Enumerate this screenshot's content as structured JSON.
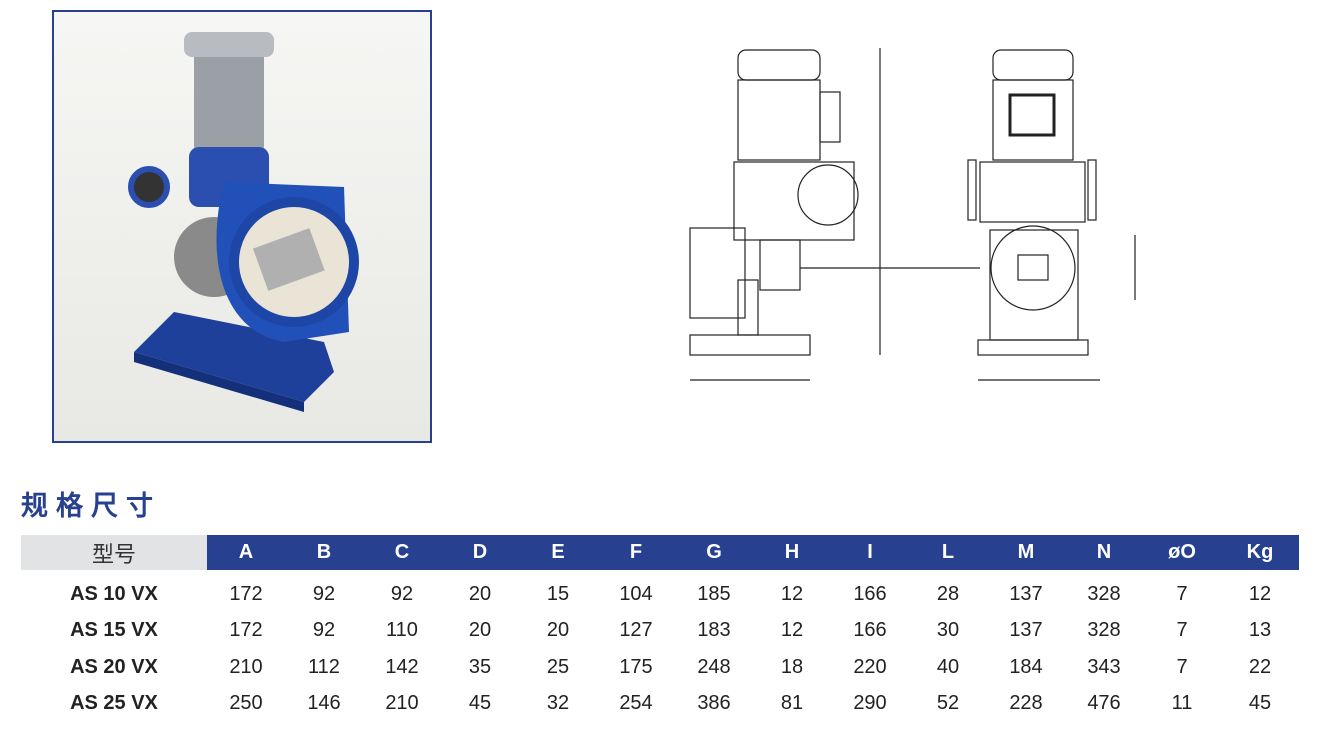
{
  "section_title": "规格尺寸",
  "table": {
    "headers": [
      "型号",
      "A",
      "B",
      "C",
      "D",
      "E",
      "F",
      "G",
      "H",
      "I",
      "L",
      "M",
      "N",
      "øO",
      "Kg"
    ],
    "rows": [
      [
        "AS 10 VX",
        "172",
        "92",
        "92",
        "20",
        "15",
        "104",
        "185",
        "12",
        "166",
        "28",
        "137",
        "328",
        "7",
        "12"
      ],
      [
        "AS 15 VX",
        "172",
        "92",
        "110",
        "20",
        "20",
        "127",
        "183",
        "12",
        "166",
        "30",
        "137",
        "328",
        "7",
        "13"
      ],
      [
        "AS 20 VX",
        "210",
        "112",
        "142",
        "35",
        "25",
        "175",
        "248",
        "18",
        "220",
        "40",
        "184",
        "343",
        "7",
        "22"
      ],
      [
        "AS 25 VX",
        "250",
        "146",
        "210",
        "45",
        "32",
        "254",
        "386",
        "81",
        "290",
        "52",
        "228",
        "476",
        "11",
        "45"
      ]
    ]
  },
  "colors": {
    "brand_blue": "#27408f",
    "header_gray": "#e2e3e5"
  }
}
